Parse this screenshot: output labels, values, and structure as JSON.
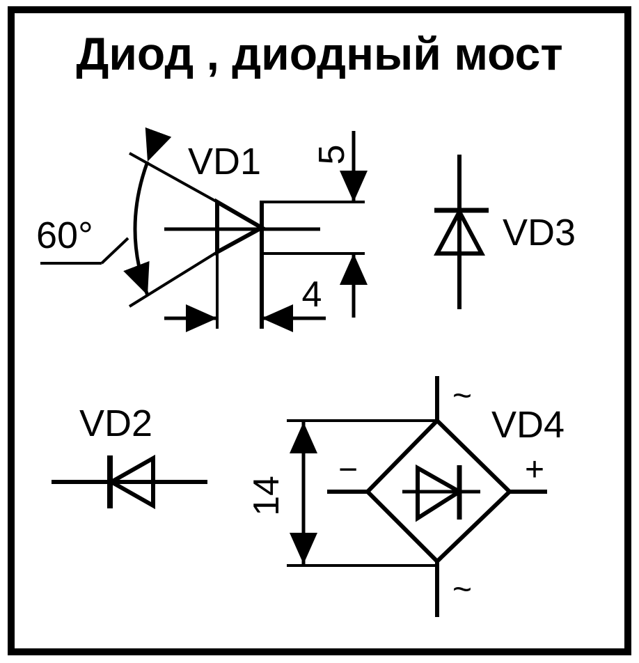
{
  "title": "Диод , диодный мост",
  "labels": {
    "vd1": "VD1",
    "vd2": "VD2",
    "vd3": "VD3",
    "vd4": "VD4"
  },
  "dimensions": {
    "angle": "60°",
    "five": "5",
    "four": "4",
    "fourteen": "14"
  },
  "bridge_terminals": {
    "top": "~",
    "bottom": "~",
    "minus": "−",
    "plus": "+"
  }
}
